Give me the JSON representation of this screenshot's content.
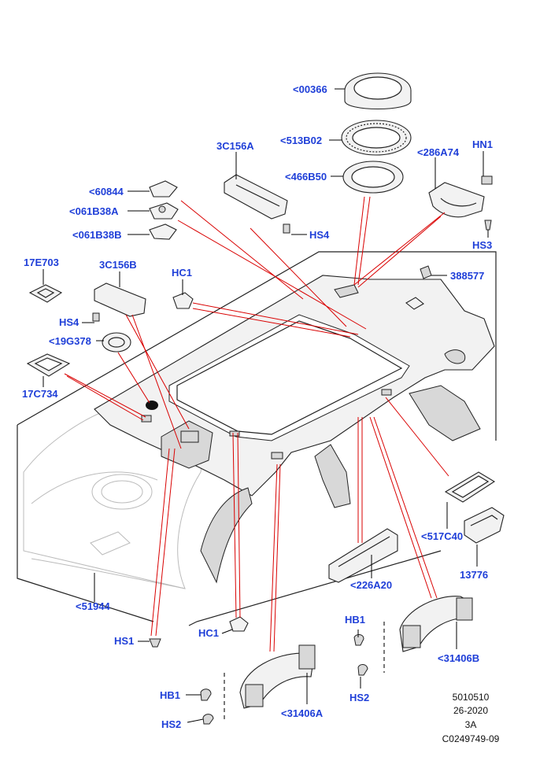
{
  "diagram": {
    "labels": {
      "p00366": "<00366",
      "p513B02": "<513B02",
      "p466B50": "<466B50",
      "p3C156A": "3C156A",
      "p286A74": "<286A74",
      "pHN1": "HN1",
      "p60844": "<60844",
      "p061B38A": "<061B38A",
      "p061B38B": "<061B38B",
      "pHS4_top": "HS4",
      "pHS3": "HS3",
      "p17E703": "17E703",
      "p3C156B": "3C156B",
      "pHC1_top": "HC1",
      "p388577": "388577",
      "pHS4_left": "HS4",
      "p19G378": "<19G378",
      "p17C734": "17C734",
      "p517C40": "<517C40",
      "p13776": "13776",
      "p226A20": "<226A20",
      "p51944": "<51944",
      "pHB1_right": "HB1",
      "pHS1": "HS1",
      "pHC1_bottom": "HC1",
      "p31406B": "<31406B",
      "pHS2_right": "HS2",
      "pHB1_left": "HB1",
      "p31406A": "<31406A",
      "pHS2_left": "HS2"
    },
    "meta": {
      "line1": "5010510",
      "line2": "26-2020",
      "line3": "3A",
      "line4": "C0249749-09"
    },
    "colors": {
      "label": "#1f3fd8",
      "leader_red": "#d90000",
      "ink": "#222222"
    }
  }
}
